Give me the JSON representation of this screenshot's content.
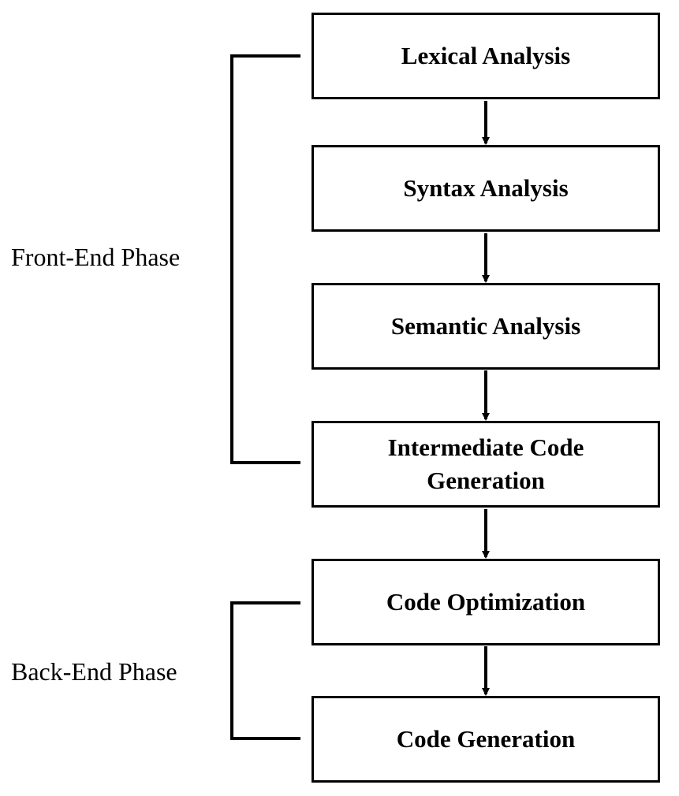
{
  "stages": [
    {
      "label": "Lexical Analysis"
    },
    {
      "label": "Syntax Analysis"
    },
    {
      "label": "Semantic Analysis"
    },
    {
      "label": "Intermediate Code Generation"
    },
    {
      "label": "Code Optimization"
    },
    {
      "label": "Code Generation"
    }
  ],
  "phases": [
    {
      "label": "Front-End Phase",
      "from_stage": 0,
      "to_stage": 3
    },
    {
      "label": "Back-End Phase",
      "from_stage": 4,
      "to_stage": 5
    }
  ],
  "colors": {
    "line": "#000000",
    "box_fill": "#ffffff",
    "background": "#ffffff"
  }
}
